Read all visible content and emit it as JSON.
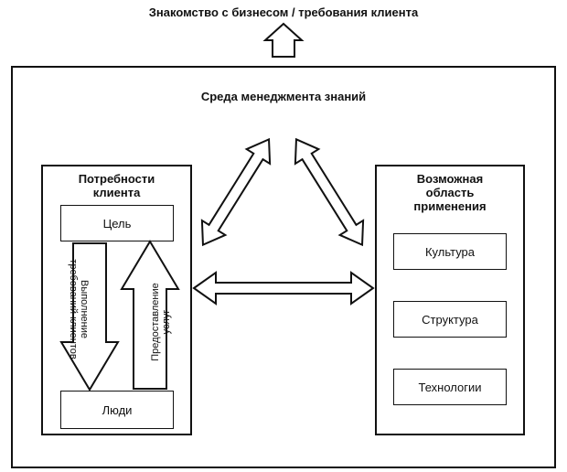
{
  "top_label": "Знакомство с бизнесом / требования клиента",
  "env_title": "Среда менеджмента знаний",
  "left_panel": {
    "title_line1": "Потребности",
    "title_line2": "клиента",
    "goal": "Цель",
    "people": "Люди",
    "down_arrow_line1": "Выполнение",
    "down_arrow_line2": "требований клиентов",
    "up_arrow_line1": "Предоставление",
    "up_arrow_line2": "услуг"
  },
  "right_panel": {
    "title_line1": "Возможная",
    "title_line2": "область",
    "title_line3": "применения",
    "items": [
      "Культура",
      "Структура",
      "Технологии"
    ]
  }
}
